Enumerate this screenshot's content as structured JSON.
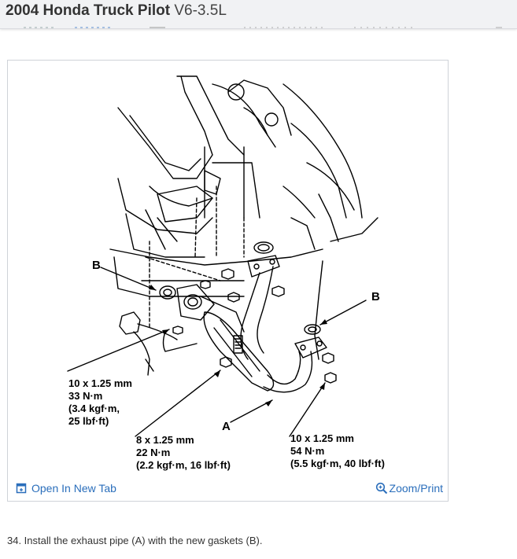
{
  "header": {
    "title_bold": "2004 Honda Truck Pilot",
    "title_engine": "V6-3.5L"
  },
  "figure": {
    "labels": {
      "b_left": "B",
      "b_right": "B",
      "a": "A"
    },
    "torque_left": {
      "size": "10 x 1.25 mm",
      "nm": "33 N·m",
      "kgf": "(3.4 kgf·m,",
      "lbf": "25 lbf·ft)"
    },
    "torque_middle": {
      "size": "8 x 1.25 mm",
      "nm": "22 N·m",
      "detail": "(2.2 kgf·m, 16 lbf·ft)"
    },
    "torque_right": {
      "size": "10 x 1.25 mm",
      "nm": "54 N·m",
      "detail": "(5.5 kgf·m, 40 lbf·ft)"
    }
  },
  "footer": {
    "open_tab_label": "Open In New Tab",
    "zoom_label": "Zoom/Print"
  },
  "step": {
    "text": "34. Install the exhaust pipe (A) with the new gaskets (B)."
  },
  "colors": {
    "link": "#2a6ebb",
    "header_bg": "#f1f2f4"
  }
}
